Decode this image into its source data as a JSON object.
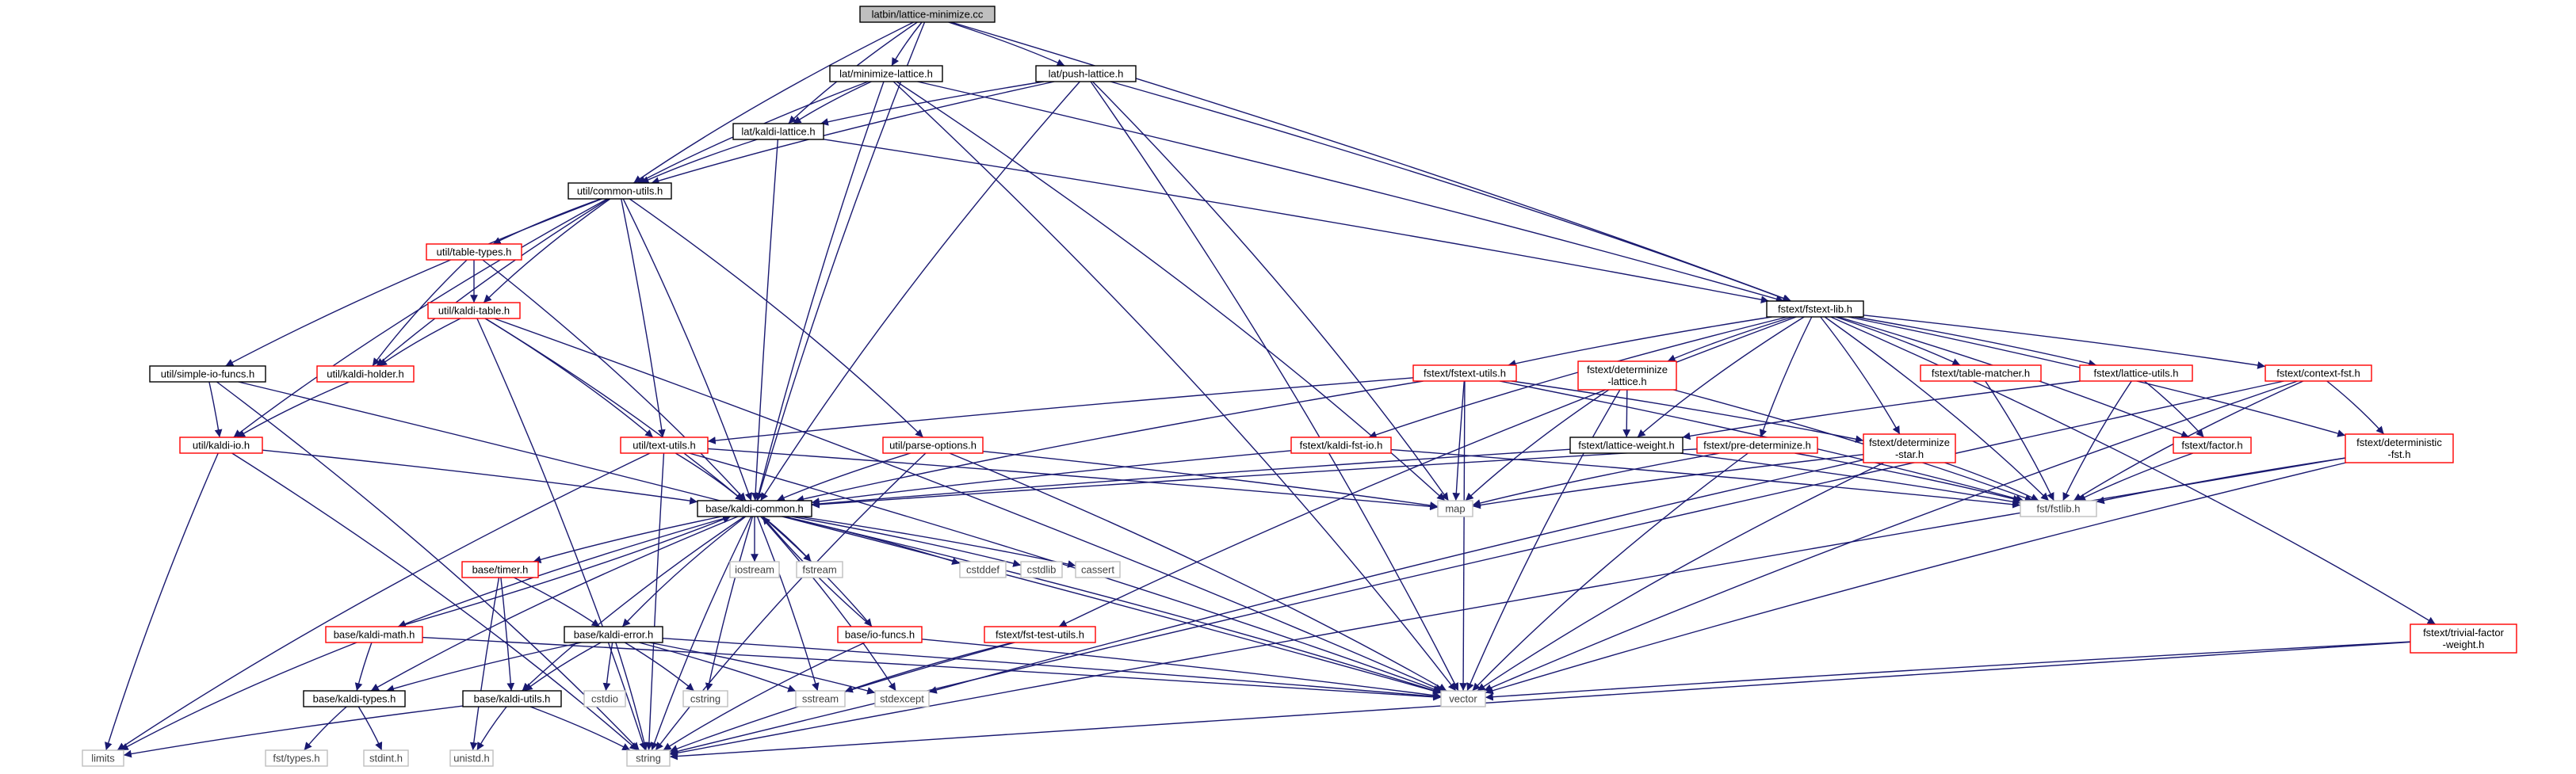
{
  "graph": {
    "colors": {
      "edge": "#191970",
      "root_fill": "#bfbfbf",
      "documented_border": "#000000",
      "undocumented_border": "#ff0000",
      "system_border": "#bfbfbf",
      "system_text": "#404040",
      "text": "#000000"
    },
    "nodes": [
      {
        "id": "root",
        "label": "latbin/lattice-minimize.cc",
        "kind": "root"
      },
      {
        "id": "minlat",
        "label": "lat/minimize-lattice.h",
        "kind": "doc"
      },
      {
        "id": "pushlat",
        "label": "lat/push-lattice.h",
        "kind": "doc"
      },
      {
        "id": "kaldilat",
        "label": "lat/kaldi-lattice.h",
        "kind": "doc"
      },
      {
        "id": "commonutils",
        "label": "util/common-utils.h",
        "kind": "doc"
      },
      {
        "id": "tabletypes",
        "label": "util/table-types.h",
        "kind": "undoc"
      },
      {
        "id": "kalditable",
        "label": "util/kaldi-table.h",
        "kind": "undoc"
      },
      {
        "id": "kaldiholder",
        "label": "util/kaldi-holder.h",
        "kind": "undoc"
      },
      {
        "id": "simpleio",
        "label": "util/simple-io-funcs.h",
        "kind": "doc"
      },
      {
        "id": "kaldiio",
        "label": "util/kaldi-io.h",
        "kind": "undoc"
      },
      {
        "id": "textutils",
        "label": "util/text-utils.h",
        "kind": "undoc"
      },
      {
        "id": "parseopts",
        "label": "util/parse-options.h",
        "kind": "undoc"
      },
      {
        "id": "fstextlib",
        "label": "fstext/fstext-lib.h",
        "kind": "doc"
      },
      {
        "id": "fstextutils",
        "label": "fstext/fstext-utils.h",
        "kind": "undoc"
      },
      {
        "id": "detlat",
        "label": "fstext/determinize\n-lattice.h",
        "kind": "undoc"
      },
      {
        "id": "tablematcher",
        "label": "fstext/table-matcher.h",
        "kind": "undoc"
      },
      {
        "id": "latutils",
        "label": "fstext/lattice-utils.h",
        "kind": "undoc"
      },
      {
        "id": "contextfst",
        "label": "fstext/context-fst.h",
        "kind": "undoc"
      },
      {
        "id": "kaldifstio",
        "label": "fstext/kaldi-fst-io.h",
        "kind": "undoc"
      },
      {
        "id": "latweight",
        "label": "fstext/lattice-weight.h",
        "kind": "doc"
      },
      {
        "id": "predet",
        "label": "fstext/pre-determinize.h",
        "kind": "undoc"
      },
      {
        "id": "detstar",
        "label": "fstext/determinize\n-star.h",
        "kind": "undoc"
      },
      {
        "id": "factor",
        "label": "fstext/factor.h",
        "kind": "undoc"
      },
      {
        "id": "detfst",
        "label": "fstext/deterministic\n-fst.h",
        "kind": "undoc"
      },
      {
        "id": "trivial",
        "label": "fstext/trivial-factor\n-weight.h",
        "kind": "undoc"
      },
      {
        "id": "fsttestutils",
        "label": "fstext/fst-test-utils.h",
        "kind": "undoc"
      },
      {
        "id": "fstlib",
        "label": "fst/fstlib.h",
        "kind": "sys"
      },
      {
        "id": "map",
        "label": "map",
        "kind": "sys"
      },
      {
        "id": "kaldicommon",
        "label": "base/kaldi-common.h",
        "kind": "doc"
      },
      {
        "id": "iostream",
        "label": "iostream",
        "kind": "sys"
      },
      {
        "id": "fstream",
        "label": "fstream",
        "kind": "sys"
      },
      {
        "id": "cstddef",
        "label": "cstddef",
        "kind": "sys"
      },
      {
        "id": "cstdlib",
        "label": "cstdlib",
        "kind": "sys"
      },
      {
        "id": "cassert",
        "label": "cassert",
        "kind": "sys"
      },
      {
        "id": "timer",
        "label": "base/timer.h",
        "kind": "undoc"
      },
      {
        "id": "kaldimath",
        "label": "base/kaldi-math.h",
        "kind": "undoc"
      },
      {
        "id": "kaldierror",
        "label": "base/kaldi-error.h",
        "kind": "doc"
      },
      {
        "id": "iofuncs",
        "label": "base/io-funcs.h",
        "kind": "undoc"
      },
      {
        "id": "kalditypes",
        "label": "base/kaldi-types.h",
        "kind": "doc"
      },
      {
        "id": "kaldiutils",
        "label": "base/kaldi-utils.h",
        "kind": "doc"
      },
      {
        "id": "cstdio",
        "label": "cstdio",
        "kind": "sys"
      },
      {
        "id": "cstring",
        "label": "cstring",
        "kind": "sys"
      },
      {
        "id": "sstream",
        "label": "sstream",
        "kind": "sys"
      },
      {
        "id": "stdexcept",
        "label": "stdexcept",
        "kind": "sys"
      },
      {
        "id": "vector",
        "label": "vector",
        "kind": "sys"
      },
      {
        "id": "limits",
        "label": "limits",
        "kind": "sys"
      },
      {
        "id": "string",
        "label": "string",
        "kind": "sys"
      },
      {
        "id": "fsttypes",
        "label": "fst/types.h",
        "kind": "sys"
      },
      {
        "id": "stdint",
        "label": "stdint.h",
        "kind": "sys"
      },
      {
        "id": "unistd",
        "label": "unistd.h",
        "kind": "sys"
      }
    ],
    "edges": [
      [
        "root",
        "minlat"
      ],
      [
        "root",
        "pushlat"
      ],
      [
        "root",
        "kaldilat"
      ],
      [
        "root",
        "commonutils"
      ],
      [
        "root",
        "kaldicommon"
      ],
      [
        "root",
        "fstextlib"
      ],
      [
        "minlat",
        "kaldilat"
      ],
      [
        "minlat",
        "commonutils"
      ],
      [
        "minlat",
        "kaldicommon"
      ],
      [
        "minlat",
        "fstextlib"
      ],
      [
        "minlat",
        "vector"
      ],
      [
        "minlat",
        "map"
      ],
      [
        "pushlat",
        "kaldilat"
      ],
      [
        "pushlat",
        "commonutils"
      ],
      [
        "pushlat",
        "kaldicommon"
      ],
      [
        "pushlat",
        "fstextlib"
      ],
      [
        "pushlat",
        "vector"
      ],
      [
        "pushlat",
        "map"
      ],
      [
        "kaldilat",
        "commonutils"
      ],
      [
        "kaldilat",
        "kaldicommon"
      ],
      [
        "kaldilat",
        "fstextlib"
      ],
      [
        "commonutils",
        "tabletypes"
      ],
      [
        "commonutils",
        "kalditable"
      ],
      [
        "commonutils",
        "kaldiholder"
      ],
      [
        "commonutils",
        "simpleio"
      ],
      [
        "commonutils",
        "kaldiio"
      ],
      [
        "commonutils",
        "textutils"
      ],
      [
        "commonutils",
        "parseopts"
      ],
      [
        "commonutils",
        "kaldicommon"
      ],
      [
        "tabletypes",
        "kalditable"
      ],
      [
        "tabletypes",
        "kaldiholder"
      ],
      [
        "tabletypes",
        "kaldicommon"
      ],
      [
        "kalditable",
        "kaldiholder"
      ],
      [
        "kalditable",
        "textutils"
      ],
      [
        "kalditable",
        "kaldicommon"
      ],
      [
        "kalditable",
        "vector"
      ],
      [
        "kalditable",
        "string"
      ],
      [
        "kaldiholder",
        "kaldiio"
      ],
      [
        "simpleio",
        "kaldiio"
      ],
      [
        "simpleio",
        "vector"
      ],
      [
        "simpleio",
        "string"
      ],
      [
        "kaldiio",
        "kaldicommon"
      ],
      [
        "kaldiio",
        "limits"
      ],
      [
        "kaldiio",
        "string"
      ],
      [
        "textutils",
        "kaldicommon"
      ],
      [
        "textutils",
        "map"
      ],
      [
        "textutils",
        "vector"
      ],
      [
        "textutils",
        "string"
      ],
      [
        "textutils",
        "limits"
      ],
      [
        "parseopts",
        "kaldicommon"
      ],
      [
        "parseopts",
        "map"
      ],
      [
        "parseopts",
        "vector"
      ],
      [
        "parseopts",
        "string"
      ],
      [
        "fstextlib",
        "fstextutils"
      ],
      [
        "fstextlib",
        "detlat"
      ],
      [
        "fstextlib",
        "tablematcher"
      ],
      [
        "fstextlib",
        "latutils"
      ],
      [
        "fstextlib",
        "contextfst"
      ],
      [
        "fstextlib",
        "kaldifstio"
      ],
      [
        "fstextlib",
        "latweight"
      ],
      [
        "fstextlib",
        "predet"
      ],
      [
        "fstextlib",
        "detstar"
      ],
      [
        "fstextlib",
        "factor"
      ],
      [
        "fstextlib",
        "detfst"
      ],
      [
        "fstextlib",
        "trivial"
      ],
      [
        "fstextlib",
        "fsttestutils"
      ],
      [
        "fstextlib",
        "fstlib"
      ],
      [
        "fstextutils",
        "textutils"
      ],
      [
        "fstextutils",
        "kaldicommon"
      ],
      [
        "fstextutils",
        "map"
      ],
      [
        "fstextutils",
        "vector"
      ],
      [
        "fstextutils",
        "fstlib"
      ],
      [
        "fstextutils",
        "detstar"
      ],
      [
        "detlat",
        "latweight"
      ],
      [
        "detlat",
        "fstlib"
      ],
      [
        "detlat",
        "vector"
      ],
      [
        "detlat",
        "map"
      ],
      [
        "tablematcher",
        "fstlib"
      ],
      [
        "latutils",
        "latweight"
      ],
      [
        "latutils",
        "factor"
      ],
      [
        "latutils",
        "fstlib"
      ],
      [
        "contextfst",
        "detfst"
      ],
      [
        "contextfst",
        "fstlib"
      ],
      [
        "contextfst",
        "vector"
      ],
      [
        "contextfst",
        "string"
      ],
      [
        "kaldifstio",
        "kaldicommon"
      ],
      [
        "kaldifstio",
        "fstlib"
      ],
      [
        "latweight",
        "kaldicommon"
      ],
      [
        "latweight",
        "fstlib"
      ],
      [
        "predet",
        "kaldicommon"
      ],
      [
        "predet",
        "fstlib"
      ],
      [
        "predet",
        "map"
      ],
      [
        "predet",
        "vector"
      ],
      [
        "detstar",
        "fstlib"
      ],
      [
        "detstar",
        "map"
      ],
      [
        "detstar",
        "vector"
      ],
      [
        "detstar",
        "stdexcept"
      ],
      [
        "factor",
        "fstlib"
      ],
      [
        "detfst",
        "fstlib"
      ],
      [
        "detfst",
        "vector"
      ],
      [
        "detfst",
        "string"
      ],
      [
        "trivial",
        "vector"
      ],
      [
        "trivial",
        "string"
      ],
      [
        "fsttestutils",
        "sstream"
      ],
      [
        "fsttestutils",
        "string"
      ],
      [
        "kaldicommon",
        "iostream"
      ],
      [
        "kaldicommon",
        "fstream"
      ],
      [
        "kaldicommon",
        "cstddef"
      ],
      [
        "kaldicommon",
        "cstdlib"
      ],
      [
        "kaldicommon",
        "cassert"
      ],
      [
        "kaldicommon",
        "timer"
      ],
      [
        "kaldicommon",
        "kaldimath"
      ],
      [
        "kaldicommon",
        "kaldierror"
      ],
      [
        "kaldicommon",
        "iofuncs"
      ],
      [
        "kaldicommon",
        "kalditypes"
      ],
      [
        "kaldicommon",
        "kaldiutils"
      ],
      [
        "kaldicommon",
        "cstring"
      ],
      [
        "kaldicommon",
        "sstream"
      ],
      [
        "kaldicommon",
        "stdexcept"
      ],
      [
        "kaldicommon",
        "vector"
      ],
      [
        "kaldicommon",
        "string"
      ],
      [
        "timer",
        "kaldierror"
      ],
      [
        "timer",
        "kaldiutils"
      ],
      [
        "timer",
        "unistd"
      ],
      [
        "kaldimath",
        "kalditypes"
      ],
      [
        "kaldimath",
        "kaldicommon"
      ],
      [
        "kaldimath",
        "limits"
      ],
      [
        "kaldimath",
        "vector"
      ],
      [
        "kaldierror",
        "kalditypes"
      ],
      [
        "kaldierror",
        "kaldiutils"
      ],
      [
        "kaldierror",
        "cstdio"
      ],
      [
        "kaldierror",
        "cstring"
      ],
      [
        "kaldierror",
        "sstream"
      ],
      [
        "kaldierror",
        "stdexcept"
      ],
      [
        "kaldierror",
        "string"
      ],
      [
        "kaldierror",
        "vector"
      ],
      [
        "iofuncs",
        "kaldicommon"
      ],
      [
        "iofuncs",
        "string"
      ],
      [
        "iofuncs",
        "vector"
      ],
      [
        "kalditypes",
        "fsttypes"
      ],
      [
        "kalditypes",
        "stdint"
      ],
      [
        "kaldiutils",
        "limits"
      ],
      [
        "kaldiutils",
        "string"
      ],
      [
        "kaldiutils",
        "unistd"
      ]
    ]
  }
}
